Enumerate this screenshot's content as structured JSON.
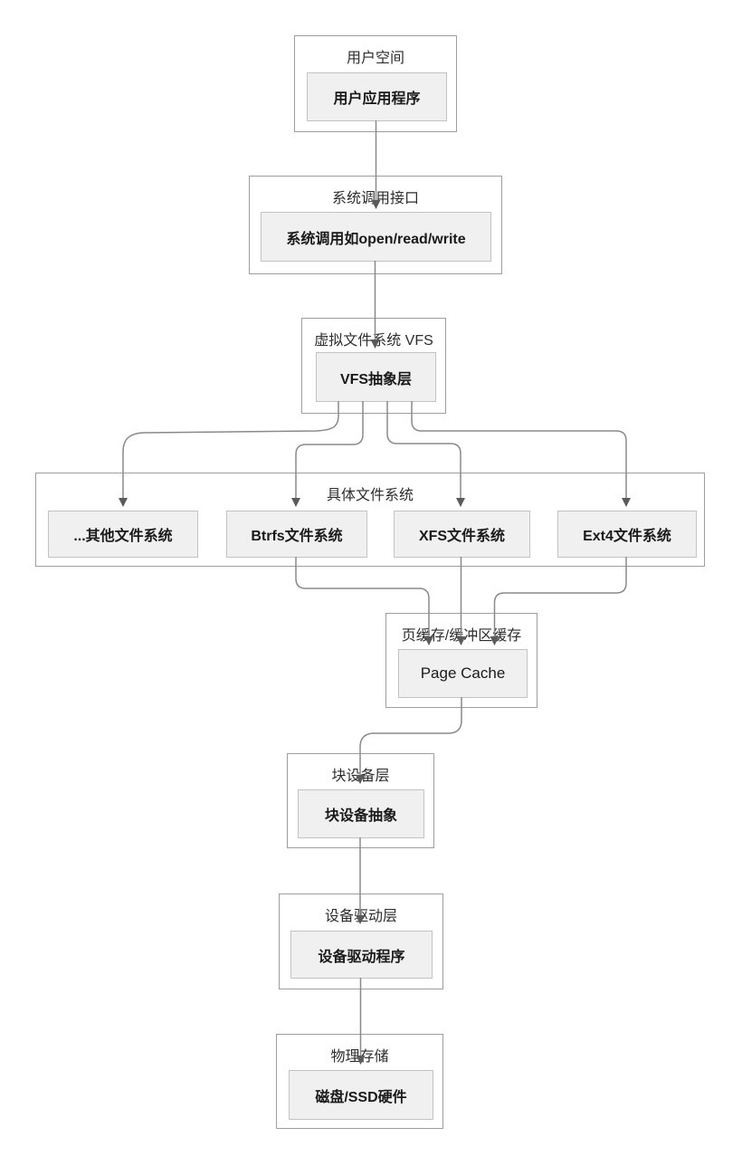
{
  "sections": {
    "user_space": {
      "title": "用户空间",
      "node": "用户应用程序"
    },
    "syscall": {
      "title": "系统调用接口",
      "node": "系统调用如open/read/write"
    },
    "vfs": {
      "title": "虚拟文件系统 VFS",
      "node": "VFS抽象层"
    },
    "fs": {
      "title": "具体文件系统",
      "nodes": [
        "...其他文件系统",
        "Btrfs文件系统",
        "XFS文件系统",
        "Ext4文件系统"
      ]
    },
    "cache": {
      "title": "页缓存/缓冲区缓存",
      "node": "Page Cache"
    },
    "block": {
      "title": "块设备层",
      "node": "块设备抽象"
    },
    "driver": {
      "title": "设备驱动层",
      "node": "设备驱动程序"
    },
    "storage": {
      "title": "物理存储",
      "node": "磁盘/SSD硬件"
    }
  },
  "colors": {
    "background": "#ffffff",
    "group_fill": "#ffffff",
    "group_border": "#9e9e9e",
    "node_fill": "#f0f0f0",
    "node_border": "#c3c3c3",
    "connector": "#8a8a8a",
    "arrowhead": "#5b5b5b",
    "title_text": "#2d2d2d",
    "node_text": "#1a1a1a"
  }
}
